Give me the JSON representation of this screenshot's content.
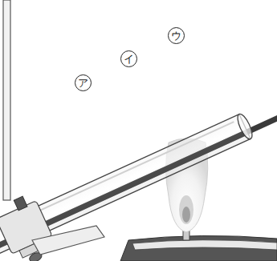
{
  "diagram": {
    "labels": [
      "ア",
      "イ",
      "ウ"
    ]
  }
}
